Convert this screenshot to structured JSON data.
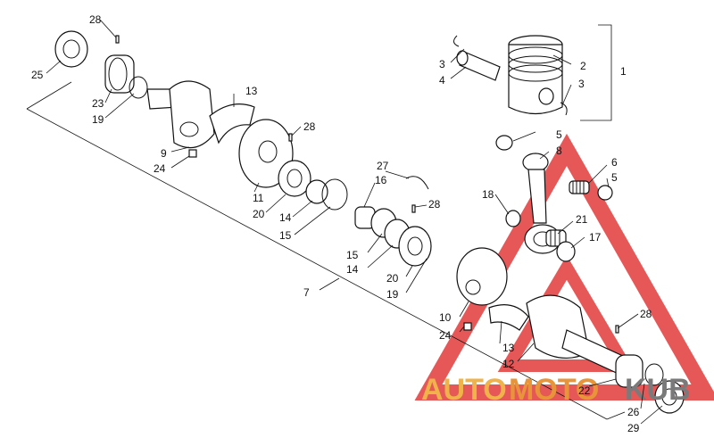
{
  "callouts": {
    "c1": "1",
    "c2": "2",
    "c3a": "3",
    "c3b": "3",
    "c4": "4",
    "c5a": "5",
    "c5b": "5",
    "c6": "6",
    "c7": "7",
    "c8": "8",
    "c9": "9",
    "c10": "10",
    "c11": "11",
    "c12": "12",
    "c13a": "13",
    "c13b": "13",
    "c14a": "14",
    "c14b": "14",
    "c15a": "15",
    "c15b": "15",
    "c16": "16",
    "c17": "17",
    "c18": "18",
    "c19a": "19",
    "c19b": "19",
    "c20a": "20",
    "c20b": "20",
    "c21": "21",
    "c22": "22",
    "c23": "23",
    "c24a": "24",
    "c24b": "24",
    "c25": "25",
    "c26": "26",
    "c27": "27",
    "c28a": "28",
    "c28b": "28",
    "c28c": "28",
    "c28d": "28",
    "c29": "29"
  },
  "watermark": {
    "text_a": "AUTO",
    "text_b": "MOTO",
    "text_c": "KUB",
    "triangle_color": "#e23b3b",
    "text_color_a": "#f0b34a",
    "text_color_b": "#e8953a",
    "text_color_c": "#7a7a7a"
  }
}
